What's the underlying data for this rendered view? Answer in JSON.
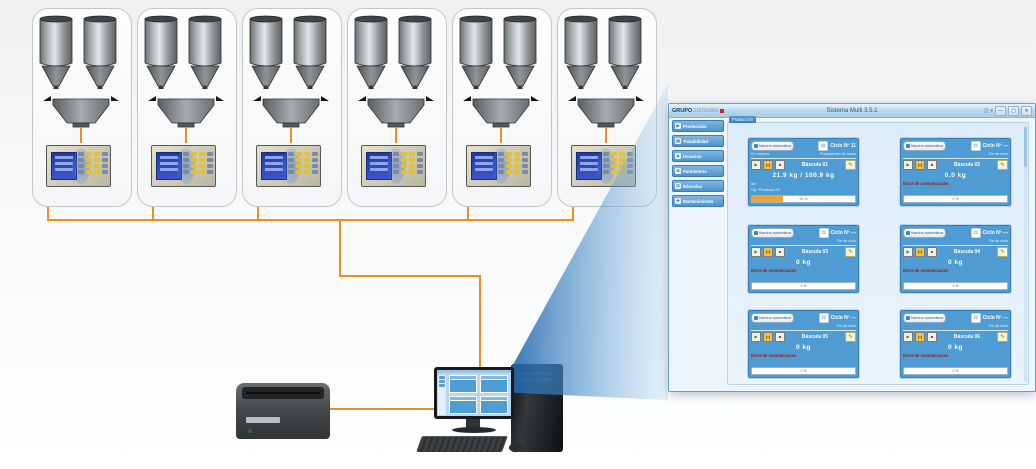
{
  "diagram": {
    "wire_color": "#ee8d20",
    "stations_count": 6
  },
  "app": {
    "logo_primary": "GRUPO",
    "logo_secondary": "SISTEMAS",
    "title": "Sistema Multi 3.5.1",
    "titlebar_icons": [
      "◫",
      "▾"
    ],
    "window_controls": [
      "—",
      "▢",
      "✕"
    ],
    "tab_label": "Producción",
    "icons": {
      "play": "▶",
      "pause": "❚❚",
      "stop": "■",
      "edit": "✎",
      "cycle": "⚖"
    },
    "sidebar": [
      {
        "label": "Producción",
        "icon": "▶"
      },
      {
        "label": "Trazabilidad",
        "icon": "▤"
      },
      {
        "label": "Usuarios",
        "icon": "♟"
      },
      {
        "label": "Parámetros",
        "icon": "⚙"
      },
      {
        "label": "Básculas",
        "icon": "⚖"
      },
      {
        "label": "Mantenimiento",
        "icon": "✚"
      }
    ],
    "cards": [
      {
        "run_label": "Marcha automática",
        "cycle": "Ciclo Nº 11",
        "status_left": "En marcha",
        "status_right": "Preparación de masa",
        "name": "Báscula 01",
        "weight": "21.9 kg  /  100.9 kg",
        "info1": "de:",
        "info2": "Op: Producto 01",
        "error": "",
        "progress_pct": 30,
        "progress_label": "21 %"
      },
      {
        "run_label": "Marcha automática",
        "cycle": "Ciclo Nº ---",
        "status_left": "",
        "status_right": "Fin de ciclo",
        "name": "Báscula 02",
        "weight": "0.0 kg",
        "info1": "",
        "info2": "",
        "error": "Error de comunicación",
        "progress_pct": 0,
        "progress_label": "0 %"
      },
      {
        "run_label": "Marcha automática",
        "cycle": "Ciclo Nº ---",
        "status_left": "",
        "status_right": "Fin de ciclo",
        "name": "Báscula 03",
        "weight": "0 kg",
        "info1": "",
        "info2": "",
        "error": "Error de comunicación",
        "progress_pct": 0,
        "progress_label": "0 %"
      },
      {
        "run_label": "Marcha automática",
        "cycle": "Ciclo Nº ---",
        "status_left": "",
        "status_right": "Fin de ciclo",
        "name": "Báscula 04",
        "weight": "0 kg",
        "info1": "",
        "info2": "",
        "error": "Error de comunicación",
        "progress_pct": 0,
        "progress_label": "0 %"
      },
      {
        "run_label": "Marcha automática",
        "cycle": "Ciclo Nº ---",
        "status_left": "",
        "status_right": "Fin de ciclo",
        "name": "Báscula 05",
        "weight": "0 kg",
        "info1": "",
        "info2": "",
        "error": "Error de comunicación",
        "progress_pct": 0,
        "progress_label": "0 %"
      },
      {
        "run_label": "Marcha automática",
        "cycle": "Ciclo Nº ---",
        "status_left": "",
        "status_right": "Fin de ciclo",
        "name": "Báscula 06",
        "weight": "0 kg",
        "info1": "",
        "info2": "",
        "error": "Error de comunicación",
        "progress_pct": 0,
        "progress_label": "0 %"
      }
    ]
  }
}
